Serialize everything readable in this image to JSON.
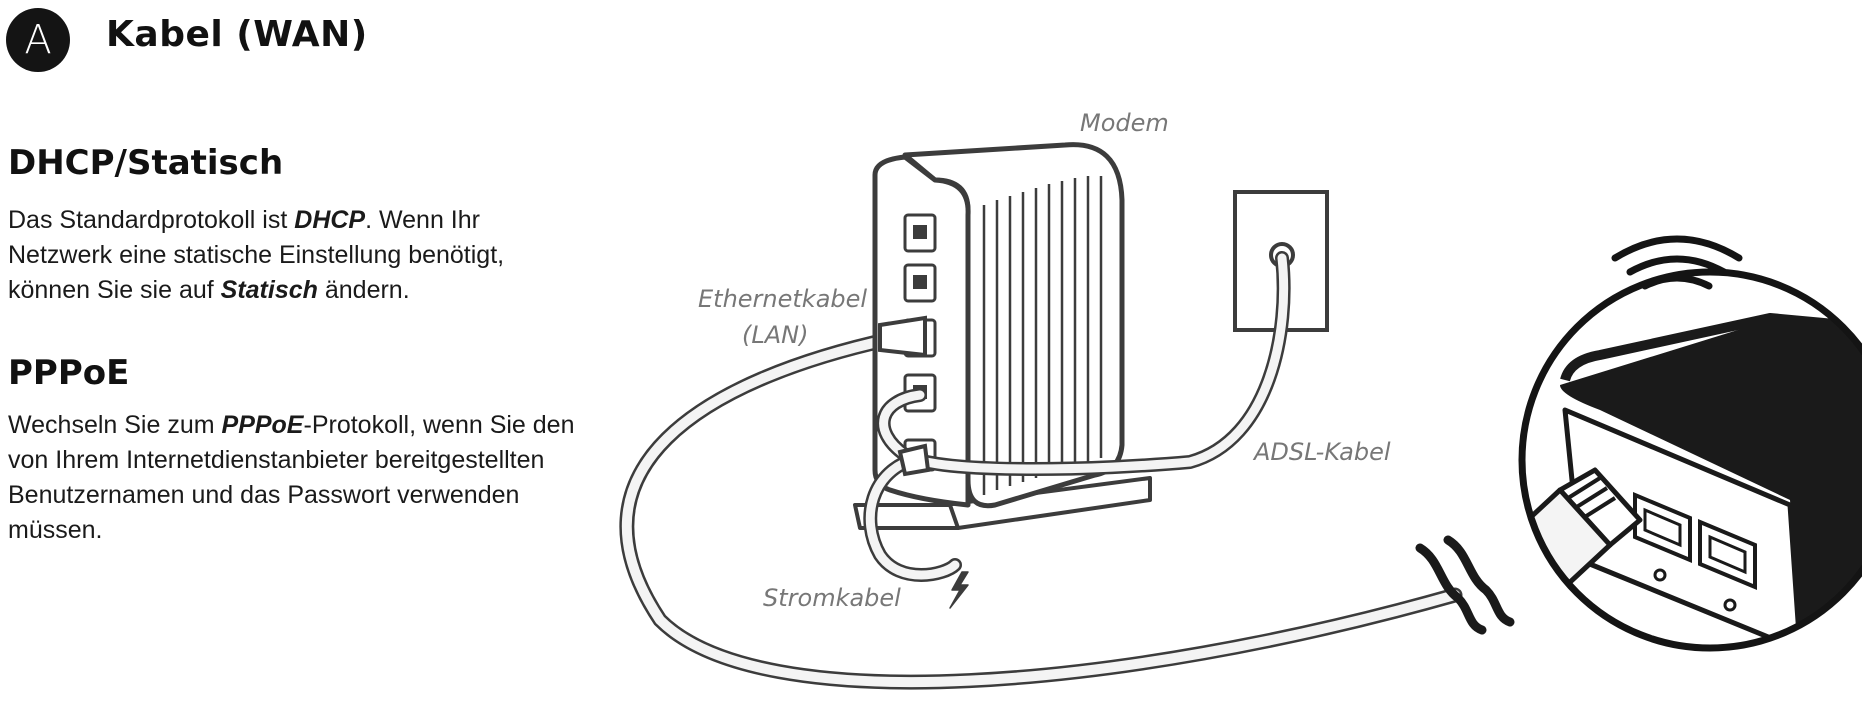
{
  "header": {
    "badge_letter": "A",
    "title": "Kabel (WAN)"
  },
  "sections": {
    "dhcp": {
      "heading": "DHCP/Statisch",
      "text_1": "Das Standardprotokoll ist ",
      "bold_1": "DHCP",
      "text_2": ". Wenn Ihr Netzwerk eine statische Einstellung benötigt, können Sie sie auf ",
      "bold_2": "Statisch",
      "text_3": " ändern."
    },
    "pppoe": {
      "heading": "PPPoE",
      "text_1": "Wechseln Sie zum ",
      "bold_1": "PPPoE",
      "text_2": "-Protokoll, wenn Sie den von Ihrem Internetdienstanbieter bereitgestellten Benutzernamen und das Passwort verwenden müssen."
    }
  },
  "diagram": {
    "labels": {
      "modem": "Modem",
      "ethernet_1": "Ethernetkabel",
      "ethernet_2": "(LAN)",
      "adsl": "ADSL-Kabel",
      "power": "Stromkabel"
    },
    "icons": [
      "wifi-icon",
      "lightning-icon"
    ],
    "colors": {
      "line": "#3c3c3c",
      "cable_fill": "#f4f4f4",
      "label": "#777777",
      "badge": "#141414"
    }
  }
}
